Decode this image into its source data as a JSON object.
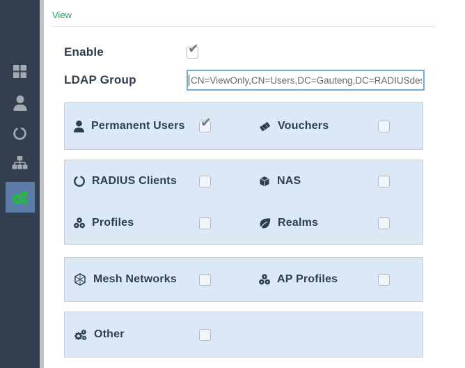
{
  "header": {
    "title": "View"
  },
  "colors": {
    "accent_green": "#1aa05a",
    "sidebar_bg": "#333e4e",
    "sidebar_selected_bg": "#5b7da7",
    "sidebar_gear_green": "#1fc12e",
    "panel_bg": "#dbe9f6",
    "label_navy": "#2c3e50",
    "input_border_blue": "#74abdd"
  },
  "sidebar": {
    "items": [
      {
        "icon": "grid-icon",
        "selected": false
      },
      {
        "icon": "user-icon",
        "selected": false
      },
      {
        "icon": "ring-icon",
        "selected": false
      },
      {
        "icon": "sitemap-icon",
        "selected": false
      },
      {
        "icon": "cogs-icon",
        "selected": true
      }
    ]
  },
  "form": {
    "enable": {
      "label": "Enable",
      "checked": true
    },
    "ldap_group": {
      "label": "LDAP Group",
      "value": "CN=ViewOnly,CN=Users,DC=Gauteng,DC=RADIUSdes"
    }
  },
  "permission_panels": [
    {
      "items": [
        {
          "icon": "user-icon",
          "label": "Permanent Users",
          "checked": true
        },
        {
          "icon": "voucher-icon",
          "label": "Vouchers",
          "checked": false
        }
      ]
    },
    {
      "items": [
        {
          "icon": "ring-icon",
          "label": "RADIUS Clients",
          "checked": false
        },
        {
          "icon": "cube-icon",
          "label": "NAS",
          "checked": false
        },
        {
          "icon": "profiles-icon",
          "label": "Profiles",
          "checked": false
        },
        {
          "icon": "leaf-icon",
          "label": "Realms",
          "checked": false
        }
      ]
    },
    {
      "items": [
        {
          "icon": "mesh-icon",
          "label": "Mesh Networks",
          "checked": false
        },
        {
          "icon": "profiles-icon",
          "label": "AP Profiles",
          "checked": false
        }
      ]
    },
    {
      "items": [
        {
          "icon": "cogs-icon",
          "label": "Other",
          "checked": false
        }
      ]
    }
  ]
}
